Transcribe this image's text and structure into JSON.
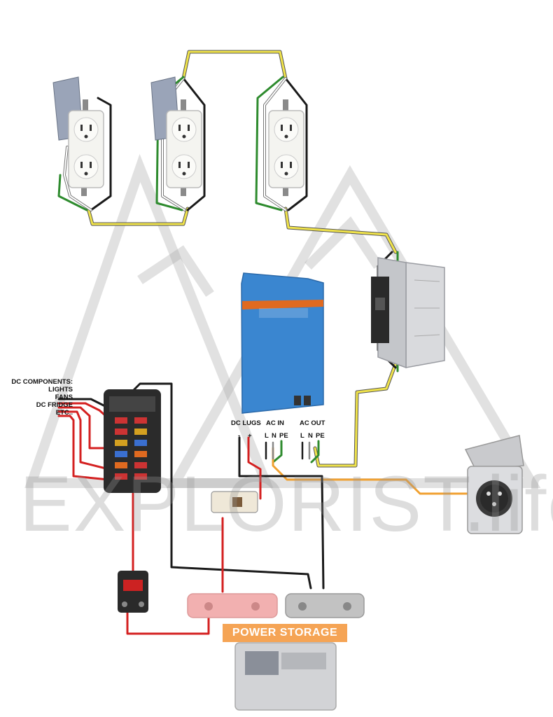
{
  "labels": {
    "dc_components_title": "DC COMPONENTS:",
    "dc_components": [
      "LIGHTS",
      "FANS",
      "DC FRIDGE",
      "ETC.."
    ],
    "dc_lugs": "DC LUGS",
    "dc_lugs_minus": "-",
    "dc_lugs_plus": "+",
    "ac_in": "AC IN",
    "ac_in_terminals": [
      "L",
      "N",
      "PE"
    ],
    "ac_out": "AC OUT",
    "ac_out_terminals": [
      "L",
      "N",
      "PE"
    ],
    "power_storage": "POWER STORAGE"
  },
  "watermark": "EXPLORIST.life",
  "colors": {
    "ground_wire": "#f0e34a",
    "hot_wire": "#1a1a1a",
    "neutral_wire": "#ffffff",
    "earth_wire": "#2e8b2e",
    "dc_positive": "#d42020",
    "dc_negative": "#1a1a1a",
    "shore_wire": "#f0a030",
    "inverter_blue": "#3a86d0",
    "inverter_stripe": "#e06a20",
    "badge_orange": "#f5a455"
  }
}
